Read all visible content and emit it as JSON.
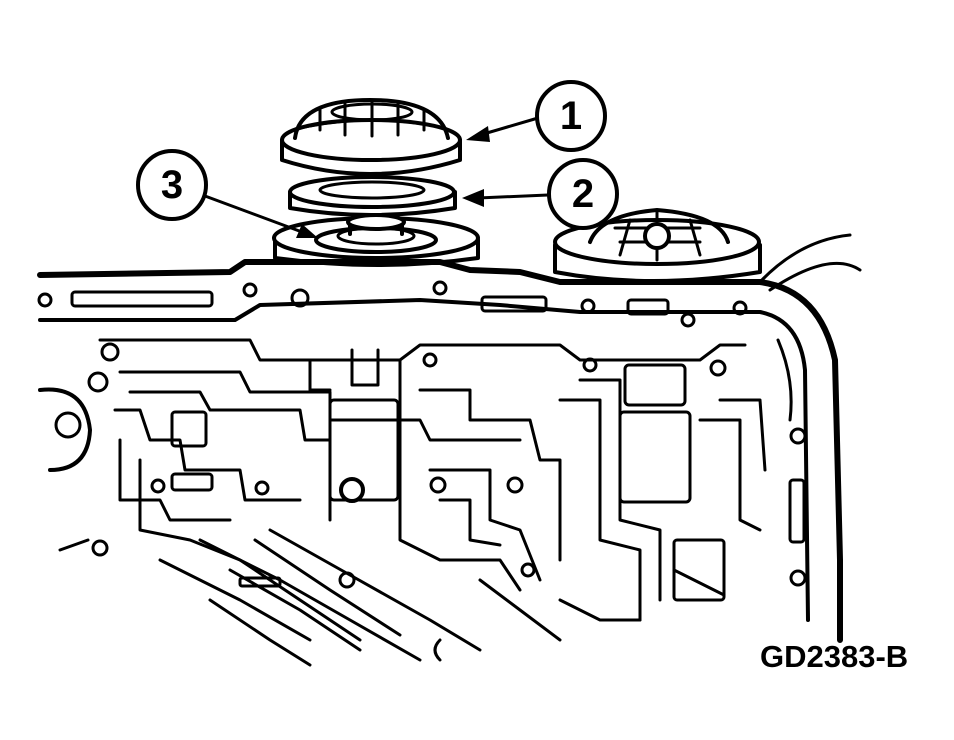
{
  "figure": {
    "id_label": "GD2383-B"
  },
  "callouts": [
    {
      "number": "1",
      "part": "accumulator-piston-with-cap"
    },
    {
      "number": "2",
      "part": "accumulator-spring-seat"
    },
    {
      "number": "3",
      "part": "accumulator-bore"
    }
  ],
  "colors": {
    "ink": "#000000",
    "paper": "#ffffff"
  }
}
